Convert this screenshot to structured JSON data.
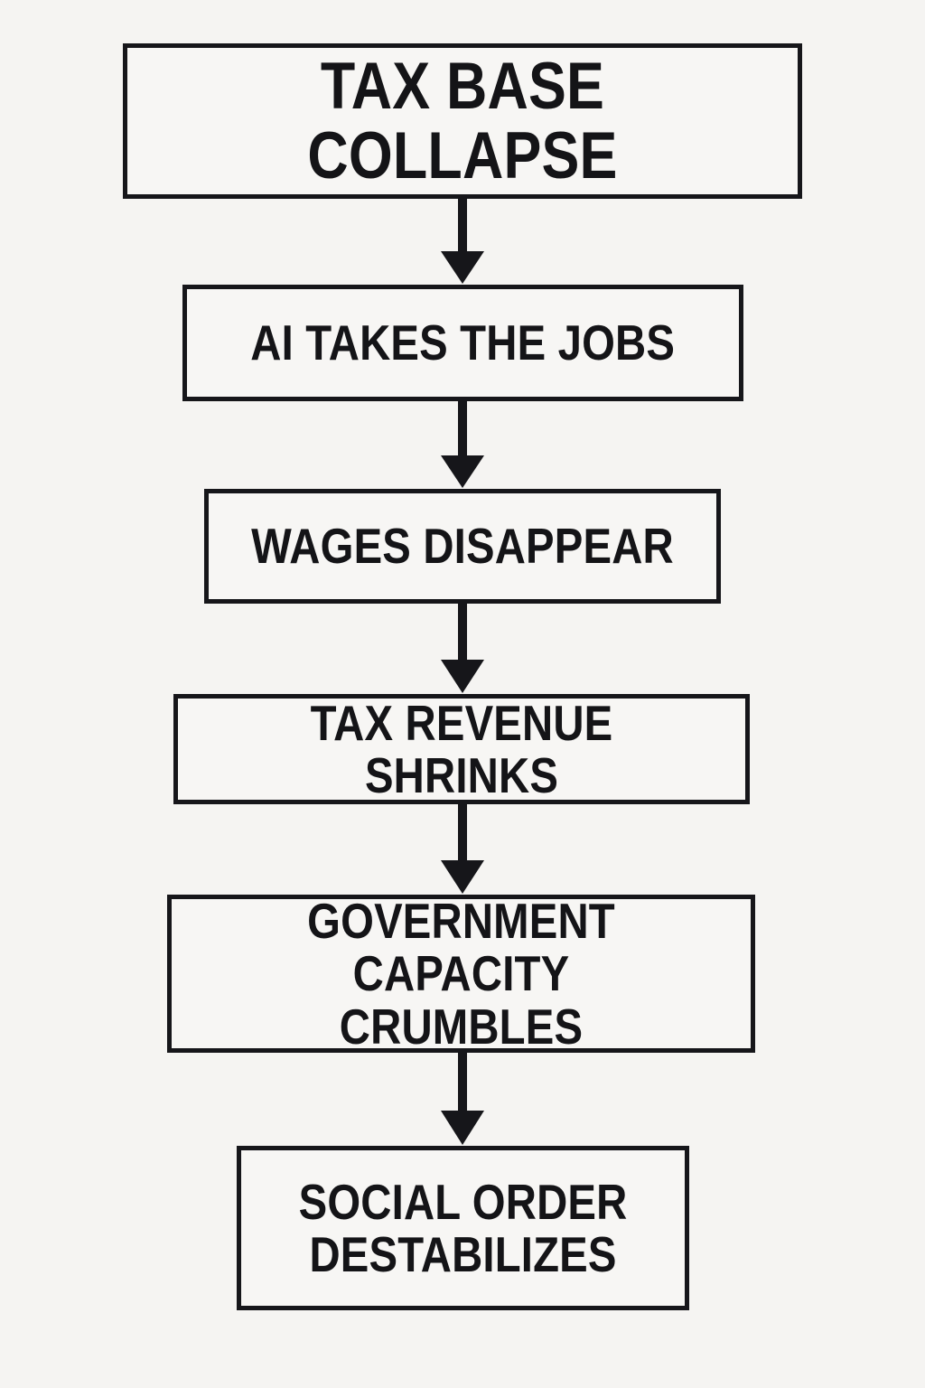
{
  "diagram": {
    "title": "Tax Base Collapse",
    "type": "vertical-flowchart",
    "background_color": "#f5f4f2",
    "line_color": "#16161a",
    "text_color": "#141417",
    "node_fill_color": "#f7f6f4",
    "nodes": [
      {
        "id": "node-0",
        "label": "TAX BASE COLLAPSE"
      },
      {
        "id": "node-1",
        "label": "AI TAKES THE JOBS"
      },
      {
        "id": "node-2",
        "label": "WAGES DISAPPEAR"
      },
      {
        "id": "node-3",
        "label": "TAX REVENUE SHRINKS"
      },
      {
        "id": "node-4",
        "label": "GOVERNMENT CAPACITY\nCRUMBLES"
      },
      {
        "id": "node-5",
        "label": "SOCIAL ORDER\nDESTABILIZES"
      }
    ],
    "connectors": [
      {
        "id": "arrow-0",
        "from": "node-0",
        "to": "node-1",
        "icon": "arrow-down-icon"
      },
      {
        "id": "arrow-1",
        "from": "node-1",
        "to": "node-2",
        "icon": "arrow-down-icon"
      },
      {
        "id": "arrow-2",
        "from": "node-2",
        "to": "node-3",
        "icon": "arrow-down-icon"
      },
      {
        "id": "arrow-3",
        "from": "node-3",
        "to": "node-4",
        "icon": "arrow-down-icon"
      },
      {
        "id": "arrow-4",
        "from": "node-4",
        "to": "node-5",
        "icon": "arrow-down-icon"
      }
    ]
  }
}
